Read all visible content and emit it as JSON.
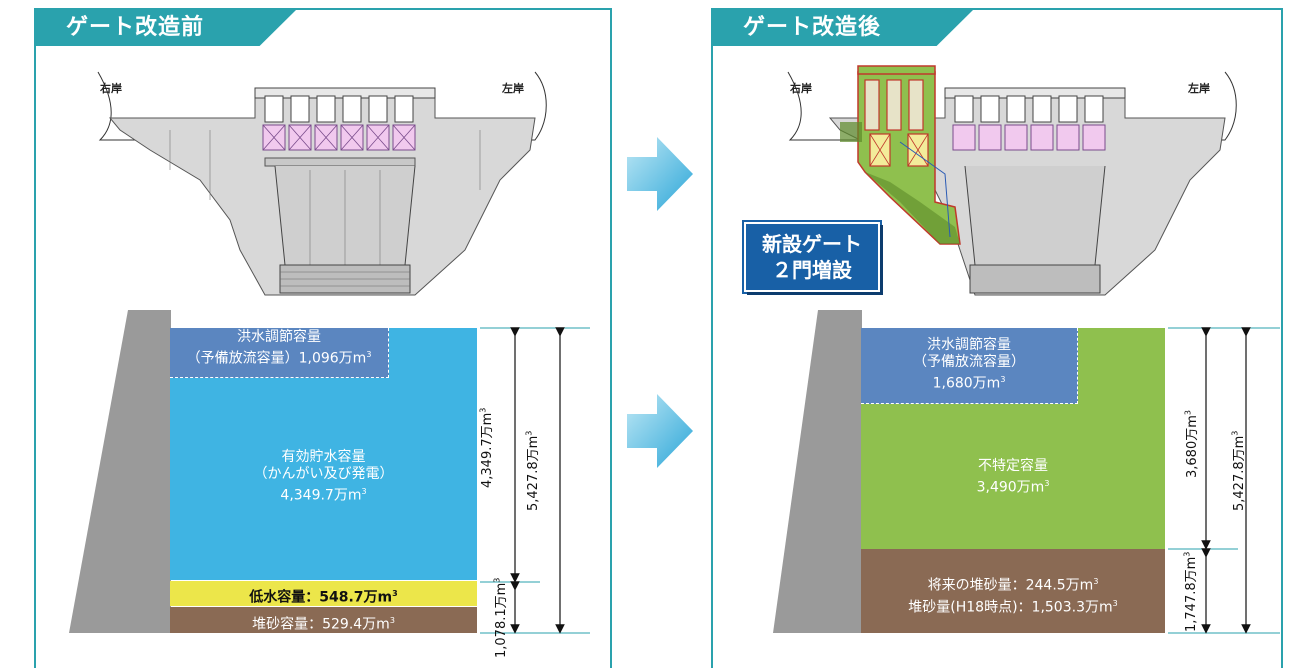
{
  "before": {
    "title": "ゲート改造前",
    "bank_right": "右岸",
    "bank_left": "左岸",
    "flood_label_line1": "洪水調節容量",
    "flood_label_line2": "（予備放流容量）1,096万m",
    "effective_line1": "有効貯水容量",
    "effective_line2": "（かんがい及び発電）",
    "effective_line3": "4,349.7万m",
    "low_water": "低水容量：548.7万m",
    "sediment": "堆砂容量：529.4万m",
    "dim_effective": "4,349.7万m",
    "dim_total": "5,427.8万m",
    "dim_bottom": "1,078.1万m"
  },
  "after": {
    "title": "ゲート改造後",
    "bank_right": "右岸",
    "bank_left": "左岸",
    "badge_line1": "新設ゲート",
    "badge_line2": "２門増設",
    "flood_line1": "洪水調節容量",
    "flood_line2": "（予備放流容量）",
    "flood_line3": "1,680万m",
    "unspecified_line1": "不特定容量",
    "unspecified_line2": "3,490万m",
    "sediment_line1": "将来の堆砂量：244.5万m",
    "sediment_line2": "堆砂量(H18時点)：1,503.3万m",
    "dim_upper": "3,680万m",
    "dim_total": "5,427.8万m",
    "dim_bottom": "1,747.8万m"
  },
  "superscript": "3",
  "colors": {
    "teal": "#2aa2ad",
    "flood": "#5b86c0",
    "effective": "#3fb4e3",
    "low": "#ece64a",
    "sediment": "#8a6a54",
    "unspecified": "#8fc04e",
    "badge": "#1860a6",
    "dam_wall": "#9a9a9a"
  }
}
